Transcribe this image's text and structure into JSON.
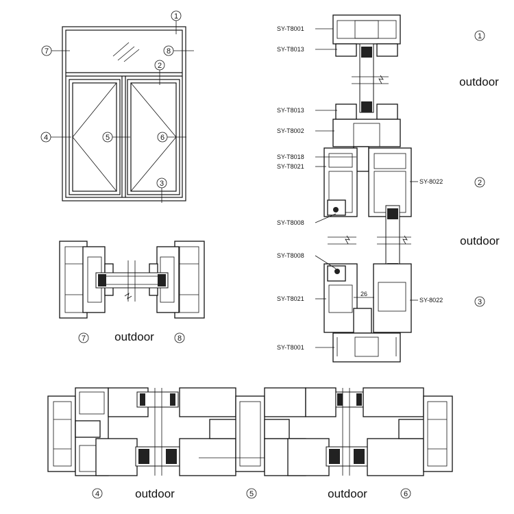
{
  "callouts": {
    "c1": "1",
    "c2": "2",
    "c3": "3",
    "c4": "4",
    "c5": "5",
    "c6": "6",
    "c7": "7",
    "c8": "8"
  },
  "outdoor_label": "outdoor",
  "vertical_section": {
    "left_labels": [
      "SY-T8001",
      "SY-T8013",
      "SY-T8013",
      "SY-T8002",
      "SY-T8018",
      "SY-T8021",
      "SY-T8008",
      "SY-T8008",
      "SY-T8021",
      "SY-T8001"
    ],
    "right_labels": [
      "SY-8022",
      "SY-8022"
    ],
    "dimension": "26"
  }
}
